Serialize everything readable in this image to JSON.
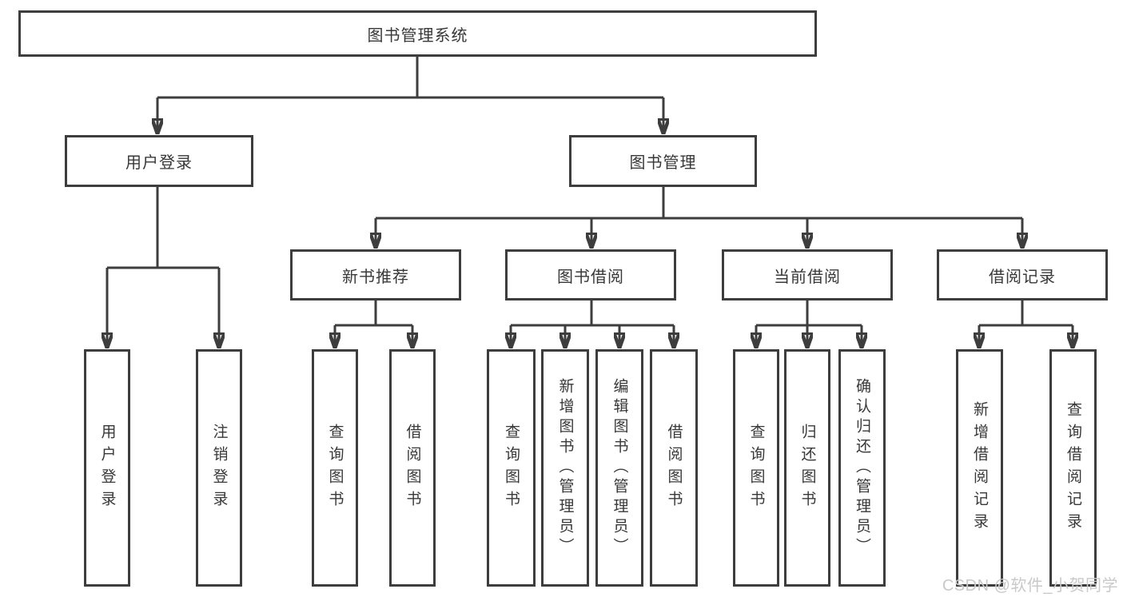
{
  "diagram": {
    "tree": {
      "root": "图书管理系统",
      "branches": [
        {
          "label": "用户登录",
          "children": [
            "用户登录",
            "注销登录"
          ]
        },
        {
          "label": "图书管理",
          "children": [
            {
              "label": "新书推荐",
              "children": [
                "查询图书",
                "借阅图书"
              ]
            },
            {
              "label": "图书借阅",
              "children": [
                "查询图书",
                "新增图书（管理员）",
                "编辑图书（管理员）",
                "借阅图书"
              ]
            },
            {
              "label": "当前借阅",
              "children": [
                "查询图书",
                "归还图书",
                "确认归还（管理员）"
              ]
            },
            {
              "label": "借阅记录",
              "children": [
                "新增借阅记录",
                "查询借阅记录"
              ]
            }
          ]
        }
      ]
    },
    "colors": {
      "line": "#3d3d3d",
      "box_border": "#3d3d3d",
      "text": "#383838",
      "background": "#ffffff",
      "watermark": "#c9c9c9"
    }
  },
  "watermark": {
    "text": "CSDN @软件_小贺同学"
  }
}
